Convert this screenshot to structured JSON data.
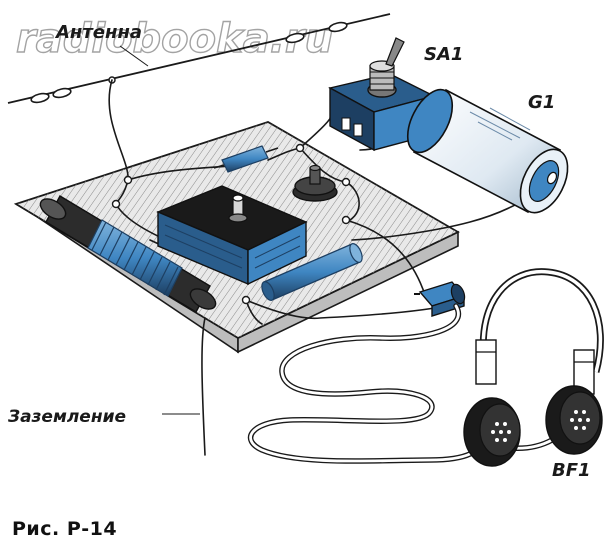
{
  "watermark": "radiobooka.ru",
  "labels": {
    "antenna": "Антенна",
    "switch": "SA1",
    "battery": "G1",
    "ground": "Заземление",
    "headphones": "BF1"
  },
  "caption": "Рис. Р-14",
  "colors": {
    "component_blue": "#3f86c2",
    "dark_blue": "#1d3f62",
    "board": "#e9e9e9",
    "line": "#1a1a1a"
  }
}
